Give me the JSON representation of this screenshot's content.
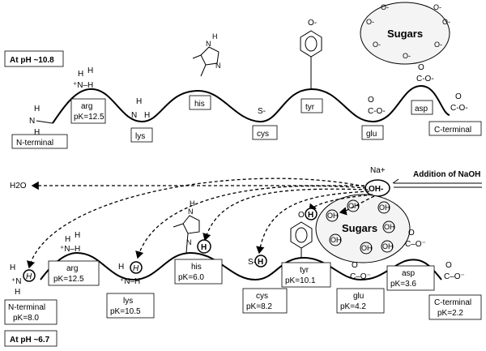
{
  "top": {
    "ph_label": "At pH ~10.8",
    "sugar_label": "Sugars",
    "sugar_charge": "O-",
    "residues": {
      "n_term": {
        "name": "N-terminal",
        "group": "H N H"
      },
      "arg": {
        "name": "arg",
        "pk": "pK=12.5",
        "group": "+N-H"
      },
      "lys": {
        "name": "lys",
        "group": "H N H"
      },
      "his": {
        "name": "his",
        "group": "N H"
      },
      "cys": {
        "name": "cys",
        "group": "S-"
      },
      "tyr": {
        "name": "tyr",
        "group": "O-"
      },
      "glu": {
        "name": "glu",
        "group": "C-O-"
      },
      "asp": {
        "name": "asp",
        "group": "C-O-"
      },
      "c_term": {
        "name": "C-terminal",
        "group": "C-O-"
      }
    }
  },
  "bottom": {
    "ph_label": "At pH ~6.7",
    "sugar_label": "Sugars",
    "sugar_oh": "OH",
    "naoh_label": "Addition of NaOH",
    "na": "Na+",
    "oh": "OH-",
    "water": "H2O",
    "residues": {
      "n_term": {
        "name": "N-terminal",
        "pk": "pK=8.0"
      },
      "arg": {
        "name": "arg",
        "pk": "pK=12.5"
      },
      "lys": {
        "name": "lys",
        "pk": "pK=10.5"
      },
      "his": {
        "name": "his",
        "pk": "pK=6.0"
      },
      "cys": {
        "name": "cys",
        "pk": "pK=8.2"
      },
      "tyr": {
        "name": "tyr",
        "pk": "pK=10.1"
      },
      "glu": {
        "name": "glu",
        "pk": "pK=4.2"
      },
      "asp": {
        "name": "asp",
        "pk": "pK=3.6"
      },
      "c_term": {
        "name": "C-terminal",
        "pk": "pK=2.2"
      }
    }
  }
}
